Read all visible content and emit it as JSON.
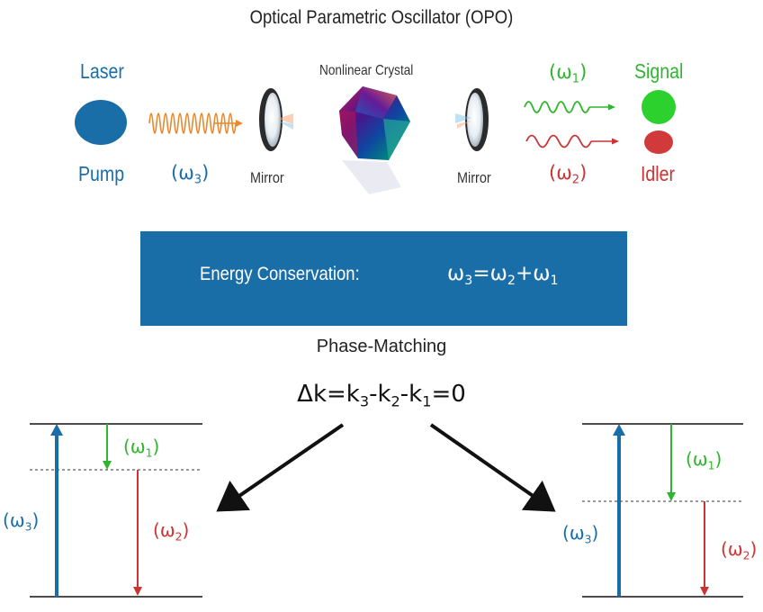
{
  "title": "Optical Parametric Oscillator (OPO)",
  "laser": {
    "top_label": "Laser",
    "bottom_label": "Pump"
  },
  "pump_freq": {
    "open": "(",
    "symbol": "ω",
    "sub": "3",
    "close": ")"
  },
  "mirror_left": "Mirror",
  "crystal": "Nonlinear Crystal",
  "mirror_right": "Mirror",
  "signal_freq": {
    "open": "(",
    "symbol": "ω",
    "sub": "1",
    "close": ")"
  },
  "idler_freq": {
    "open": "(",
    "symbol": "ω",
    "sub": "2",
    "close": ")"
  },
  "signal_label": "Signal",
  "idler_label": "Idler",
  "energy": {
    "label": "Energy Conservation:",
    "w": "ω",
    "s3": "3",
    "eq": "=",
    "s2": "2",
    "plus": "+",
    "s1": "1"
  },
  "phase_matching": {
    "title": "Phase-Matching",
    "delta_k": "Δk=k",
    "s3": "3",
    "minus1": "-k",
    "s2": "2",
    "minus2": "-k",
    "s1": "1",
    "zero": "=0"
  },
  "left_levels": {
    "w1": {
      "open": "(",
      "symbol": "ω",
      "sub": "1",
      "close": ")"
    },
    "w2": {
      "open": "(",
      "symbol": "ω",
      "sub": "2",
      "close": ")"
    },
    "w3": {
      "open": "(",
      "symbol": "ω",
      "sub": "3",
      "close": ")"
    }
  },
  "right_levels": {
    "w1": {
      "open": "(",
      "symbol": "ω",
      "sub": "1",
      "close": ")"
    },
    "w2": {
      "open": "(",
      "symbol": "ω",
      "sub": "2",
      "close": ")"
    },
    "w3": {
      "open": "(",
      "symbol": "ω",
      "sub": "3",
      "close": ")"
    }
  },
  "colors": {
    "blue": "#1a6ea8",
    "green": "#2fb52f",
    "red": "#cc3333",
    "orange": "#e8892c"
  }
}
